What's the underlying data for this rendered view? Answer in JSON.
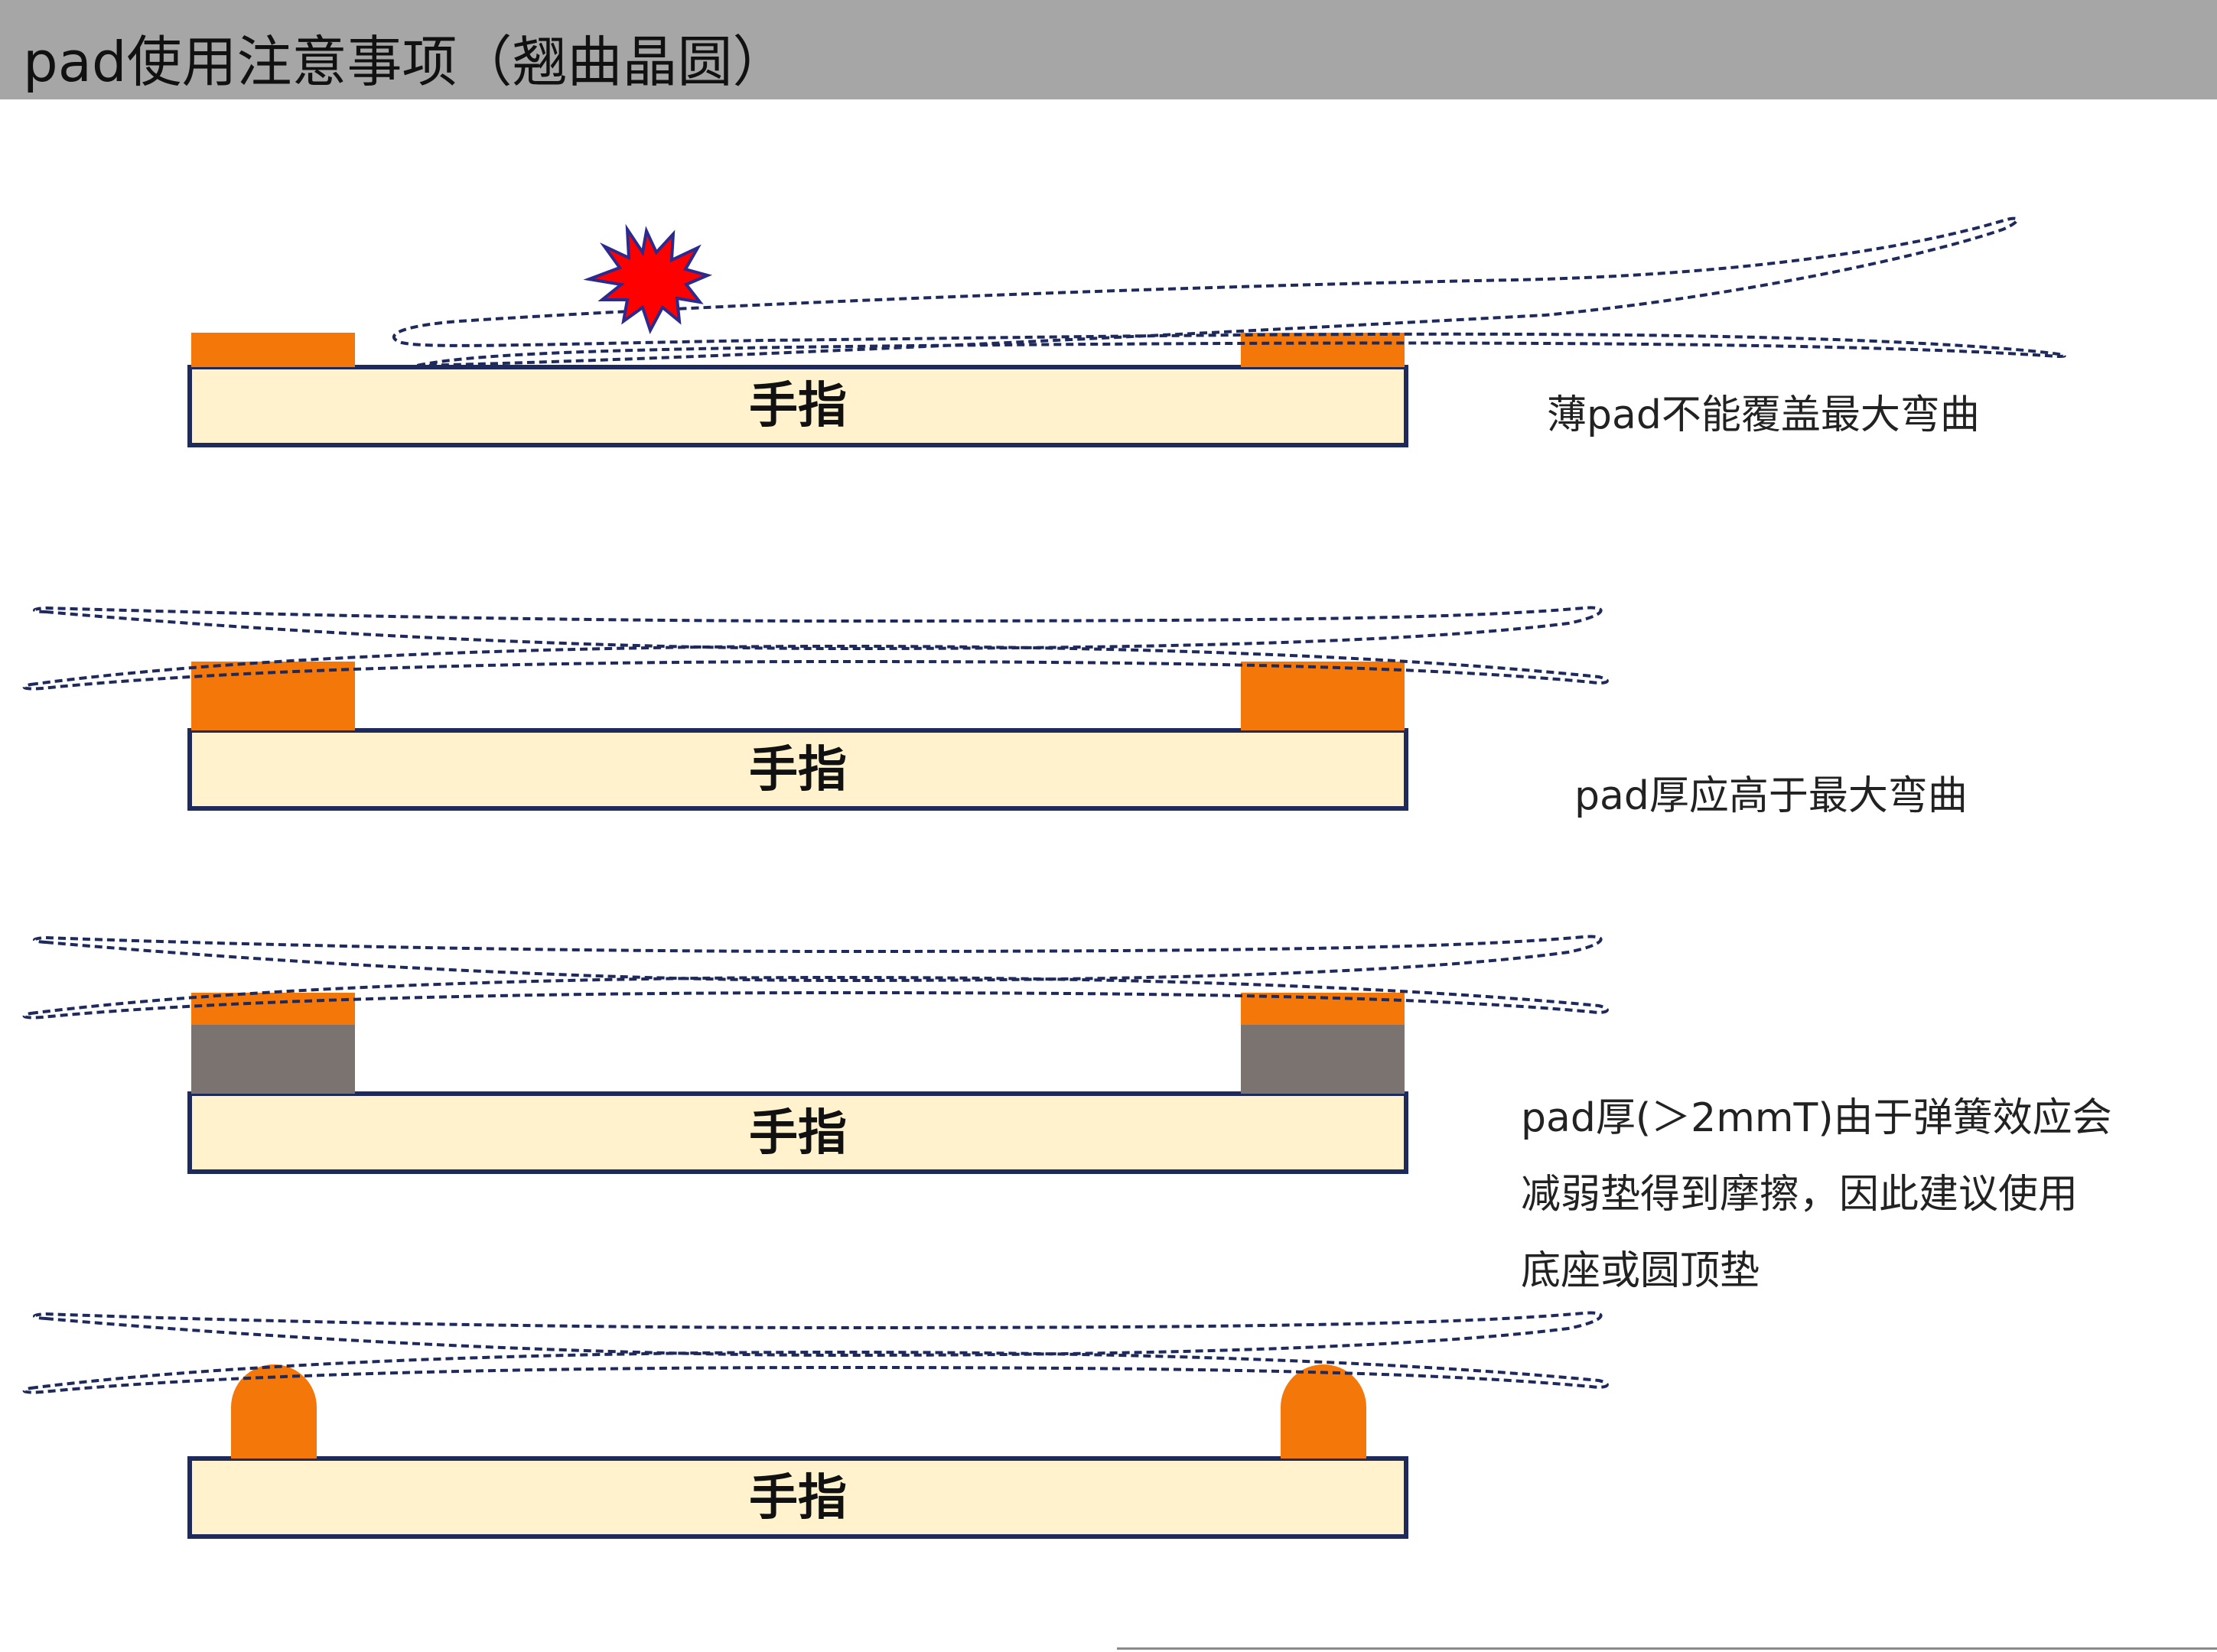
{
  "header": {
    "title": "pad使用注意事项（翘曲晶圆）"
  },
  "colors": {
    "header_bg": "#a6a6a6",
    "finger_fill": "#fff2cc",
    "finger_border": "#1f2a5c",
    "pad_orange": "#f4770a",
    "pad_gray": "#7a7370",
    "wafer_line": "#1f2a5c",
    "burst_red": "#ff0000",
    "burst_border": "#2b2b8f"
  },
  "finger_label": "手指",
  "captions": {
    "c1": "薄pad不能覆盖最大弯曲",
    "c2": "pad厚应高于最大弯曲",
    "c3_lines": [
      "pad厚(＞2mmT)由于弹簧效应会",
      "减弱垫得到摩擦，因此建议使用",
      "底座或圆顶垫"
    ]
  }
}
